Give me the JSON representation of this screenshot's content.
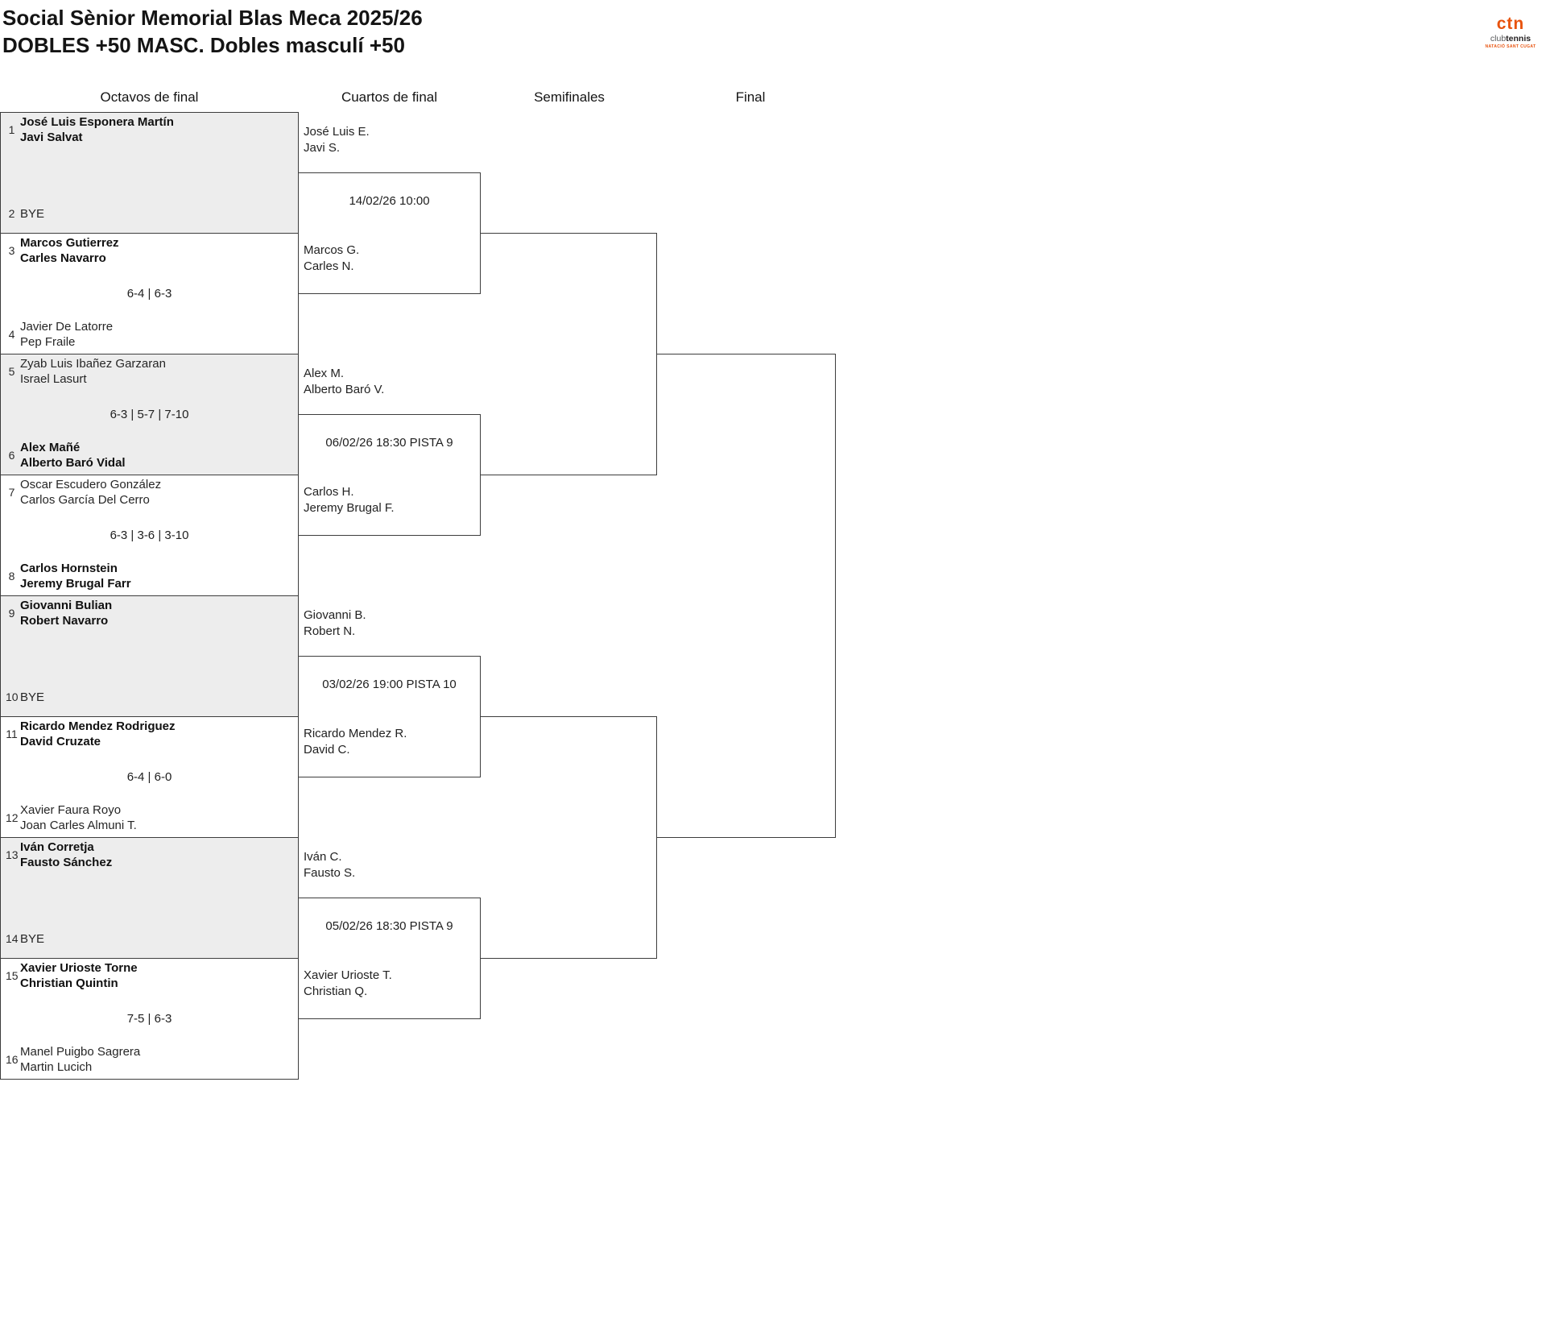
{
  "header": {
    "title_line1": "Social Sènior Memorial Blas Meca 2025/26",
    "title_line2": "DOBLES +50 MASC. Dobles masculí +50"
  },
  "logo": {
    "mark": "ctn",
    "club": "club",
    "tennis": "tennis",
    "subtitle": "NATACIÓ SANT CUGAT"
  },
  "rounds": {
    "r16": "Octavos de final",
    "qf": "Cuartos de final",
    "sf": "Semifinales",
    "final": "Final"
  },
  "r16_boxes": [
    {
      "shaded": true,
      "score": "",
      "top": {
        "seed": "1",
        "name1": "José Luis Esponera Martín",
        "name2": "Javi Salvat",
        "winner": true
      },
      "bottom": {
        "seed": "2",
        "name1": "BYE",
        "name2": "",
        "winner": false
      }
    },
    {
      "shaded": false,
      "score": "6-4 | 6-3",
      "top": {
        "seed": "3",
        "name1": "Marcos Gutierrez",
        "name2": "Carles Navarro",
        "winner": true
      },
      "bottom": {
        "seed": "4",
        "name1": "Javier De Latorre",
        "name2": "Pep Fraile",
        "winner": false
      }
    },
    {
      "shaded": true,
      "score": "6-3 | 5-7 | 7-10",
      "top": {
        "seed": "5",
        "name1": "Zyab Luis Ibañez Garzaran",
        "name2": "Israel Lasurt",
        "winner": false
      },
      "bottom": {
        "seed": "6",
        "name1": "Alex Mañé",
        "name2": "Alberto Baró Vidal",
        "winner": true
      }
    },
    {
      "shaded": false,
      "score": "6-3 | 3-6 | 3-10",
      "top": {
        "seed": "7",
        "name1": "Oscar Escudero González",
        "name2": "Carlos García Del Cerro",
        "winner": false
      },
      "bottom": {
        "seed": "8",
        "name1": "Carlos Hornstein",
        "name2": "Jeremy Brugal Farr",
        "winner": true
      }
    },
    {
      "shaded": true,
      "score": "",
      "top": {
        "seed": "9",
        "name1": "Giovanni Bulian",
        "name2": "Robert Navarro",
        "winner": true
      },
      "bottom": {
        "seed": "10",
        "name1": "BYE",
        "name2": "",
        "winner": false
      }
    },
    {
      "shaded": false,
      "score": "6-4 | 6-0",
      "top": {
        "seed": "11",
        "name1": "Ricardo Mendez Rodriguez",
        "name2": "David Cruzate",
        "winner": true
      },
      "bottom": {
        "seed": "12",
        "name1": "Xavier Faura Royo",
        "name2": "Joan Carles Almuni T.",
        "winner": false
      }
    },
    {
      "shaded": true,
      "score": "",
      "top": {
        "seed": "13",
        "name1": "Iván Corretja",
        "name2": "Fausto Sánchez",
        "winner": true
      },
      "bottom": {
        "seed": "14",
        "name1": "BYE",
        "name2": "",
        "winner": false
      }
    },
    {
      "shaded": false,
      "score": "7-5 | 6-3",
      "top": {
        "seed": "15",
        "name1": "Xavier Urioste Torne",
        "name2": "Christian Quintin",
        "winner": true
      },
      "bottom": {
        "seed": "16",
        "name1": "Manel Puigbo Sagrera",
        "name2": "Martin Lucich",
        "winner": false
      }
    }
  ],
  "quarterfinals": [
    {
      "schedule": "14/02/26 10:00",
      "team1_name1": "José Luis E.",
      "team1_name2": "Javi S.",
      "team2_name1": "Marcos G.",
      "team2_name2": "Carles N."
    },
    {
      "schedule": "06/02/26 18:30 PISTA 9",
      "team1_name1": "Alex M.",
      "team1_name2": "Alberto Baró V.",
      "team2_name1": "Carlos H.",
      "team2_name2": "Jeremy Brugal F."
    },
    {
      "schedule": "03/02/26 19:00 PISTA 10",
      "team1_name1": "Giovanni B.",
      "team1_name2": "Robert N.",
      "team2_name1": "Ricardo Mendez R.",
      "team2_name2": "David C."
    },
    {
      "schedule": "05/02/26 18:30 PISTA 9",
      "team1_name1": "Iván C.",
      "team1_name2": "Fausto S.",
      "team2_name1": "Xavier Urioste T.",
      "team2_name2": "Christian Q."
    }
  ],
  "colors": {
    "accent_orange": "#e8530e",
    "line": "#3d3d3d",
    "shaded_bg": "#ededed"
  }
}
